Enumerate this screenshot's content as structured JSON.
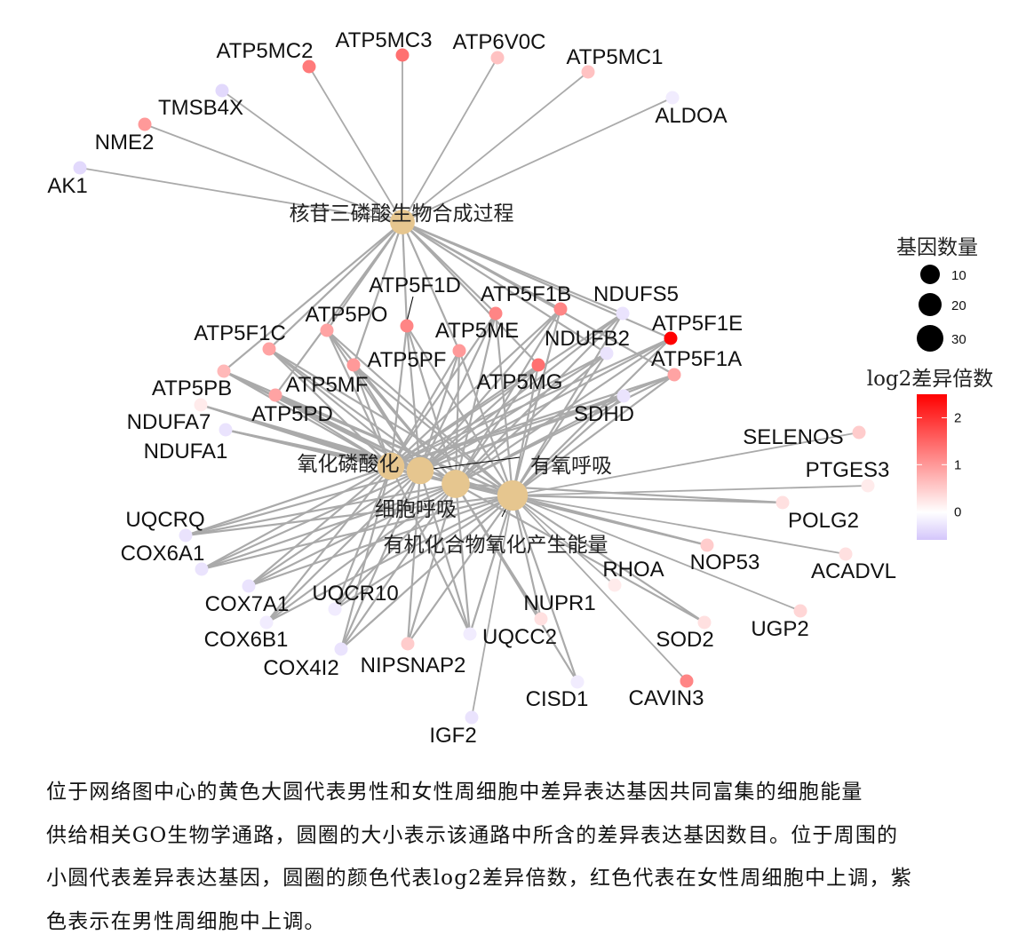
{
  "hubs": [
    {
      "name": "核苷三磷酸生物合成过程",
      "gene_count": 22
    },
    {
      "name": "氧化磷酸化",
      "gene_count": 27
    },
    {
      "name": "有氧呼吸",
      "gene_count": 27
    },
    {
      "name": "细胞呼吸",
      "gene_count": 29
    },
    {
      "name": "有机化合物氧化产生能量",
      "gene_count": 34
    }
  ],
  "genes": [
    {
      "name": "ATP5MC2",
      "log2fc": 1.3,
      "terms": [
        0
      ]
    },
    {
      "name": "ATP5MC3",
      "log2fc": 1.4,
      "terms": [
        0
      ]
    },
    {
      "name": "ATP6V0C",
      "log2fc": 0.6,
      "terms": [
        0
      ]
    },
    {
      "name": "ATP5MC1",
      "log2fc": 0.6,
      "terms": [
        0
      ]
    },
    {
      "name": "ALDOA",
      "log2fc": -0.2,
      "terms": [
        0
      ]
    },
    {
      "name": "TMSB4X",
      "log2fc": -0.4,
      "terms": [
        0
      ]
    },
    {
      "name": "NME2",
      "log2fc": 1.0,
      "terms": [
        0
      ]
    },
    {
      "name": "AK1",
      "log2fc": -0.4,
      "terms": [
        0
      ]
    },
    {
      "name": "ATP5F1D",
      "log2fc": 1.2,
      "terms": [
        0,
        1,
        2,
        3,
        4
      ]
    },
    {
      "name": "ATP5F1B",
      "log2fc": 1.2,
      "terms": [
        0,
        1,
        2,
        3,
        4
      ]
    },
    {
      "name": "NDUFS5",
      "log2fc": -0.3,
      "terms": [
        0,
        1,
        2,
        3,
        4
      ]
    },
    {
      "name": "ATP5PO",
      "log2fc": 0.9,
      "terms": [
        0,
        1,
        2,
        3,
        4
      ]
    },
    {
      "name": "ATP5F1C",
      "log2fc": 0.9,
      "terms": [
        0,
        1,
        2,
        3,
        4
      ]
    },
    {
      "name": "ATP5ME",
      "log2fc": 1.2,
      "terms": [
        0,
        1,
        2,
        3,
        4
      ]
    },
    {
      "name": "NDUFB2",
      "log2fc": -0.3,
      "terms": [
        0,
        1,
        2,
        3,
        4
      ]
    },
    {
      "name": "ATP5F1E",
      "log2fc": 2.5,
      "terms": [
        0,
        1,
        2,
        3,
        4
      ]
    },
    {
      "name": "ATP5F1A",
      "log2fc": 0.9,
      "terms": [
        0,
        1,
        2,
        3,
        4
      ]
    },
    {
      "name": "ATP5PF",
      "log2fc": 1.0,
      "terms": [
        0,
        1,
        2,
        3,
        4
      ]
    },
    {
      "name": "ATP5MF",
      "log2fc": 1.0,
      "terms": [
        0,
        1,
        2,
        3,
        4
      ]
    },
    {
      "name": "ATP5MG",
      "log2fc": 1.4,
      "terms": [
        0,
        1,
        2,
        3,
        4
      ]
    },
    {
      "name": "ATP5PB",
      "log2fc": 0.7,
      "terms": [
        0,
        1,
        2,
        3,
        4
      ]
    },
    {
      "name": "ATP5PD",
      "log2fc": 0.9,
      "terms": [
        0,
        1,
        2,
        3,
        4
      ]
    },
    {
      "name": "NDUFA7",
      "log2fc": 0.2,
      "terms": [
        1,
        2,
        3,
        4
      ]
    },
    {
      "name": "SDHD",
      "log2fc": -0.3,
      "terms": [
        1,
        2,
        3,
        4
      ]
    },
    {
      "name": "NDUFA1",
      "log2fc": -0.3,
      "terms": [
        1,
        2,
        3,
        4
      ]
    },
    {
      "name": "UQCRQ",
      "log2fc": -0.3,
      "terms": [
        1,
        2,
        3,
        4
      ]
    },
    {
      "name": "COX6A1",
      "log2fc": -0.3,
      "terms": [
        1,
        2,
        3,
        4
      ]
    },
    {
      "name": "COX7A1",
      "log2fc": -0.3,
      "terms": [
        1,
        2,
        3,
        4
      ]
    },
    {
      "name": "UQCR10",
      "log2fc": -0.2,
      "terms": [
        1,
        2,
        3,
        4
      ]
    },
    {
      "name": "COX6B1",
      "log2fc": -0.2,
      "terms": [
        1,
        2,
        3,
        4
      ]
    },
    {
      "name": "COX4I2",
      "log2fc": -0.3,
      "terms": [
        1,
        2,
        3,
        4
      ]
    },
    {
      "name": "NIPSNAP2",
      "log2fc": 0.5,
      "terms": [
        2,
        3,
        4
      ]
    },
    {
      "name": "UQCC2",
      "log2fc": -0.2,
      "terms": [
        1,
        2,
        3,
        4
      ]
    },
    {
      "name": "NUPR1",
      "log2fc": 0.3,
      "terms": [
        3,
        4
      ]
    },
    {
      "name": "CISD1",
      "log2fc": -0.2,
      "terms": [
        3,
        4
      ]
    },
    {
      "name": "IGF2",
      "log2fc": -0.3,
      "terms": [
        4
      ]
    },
    {
      "name": "SELENOS",
      "log2fc": 0.5,
      "terms": [
        4
      ]
    },
    {
      "name": "PTGES3",
      "log2fc": 0.2,
      "terms": [
        4
      ]
    },
    {
      "name": "POLG2",
      "log2fc": 0.3,
      "terms": [
        3,
        4
      ]
    },
    {
      "name": "ACADVL",
      "log2fc": 0.3,
      "terms": [
        4
      ]
    },
    {
      "name": "NOP53",
      "log2fc": 0.5,
      "terms": [
        3,
        4
      ]
    },
    {
      "name": "RHOA",
      "log2fc": 0.2,
      "terms": [
        4
      ]
    },
    {
      "name": "SOD2",
      "log2fc": 0.3,
      "terms": [
        3,
        4
      ]
    },
    {
      "name": "UGP2",
      "log2fc": 0.4,
      "terms": [
        4
      ]
    },
    {
      "name": "CAVIN3",
      "log2fc": 1.2,
      "terms": [
        4
      ]
    }
  ],
  "legend": {
    "size_title": "基因数量",
    "size_values": [
      10,
      20,
      30
    ],
    "color_title": "log2差异倍数",
    "color_ticks": [
      0,
      1,
      2
    ],
    "color_range": [
      -0.6,
      2.5
    ],
    "color_low": "#d4c6fb",
    "color_mid": "#ffffff",
    "color_high": "#ff0000"
  },
  "colors": {
    "hub": "#e6c68f",
    "edge": "#aaaaaa"
  },
  "caption": {
    "lines": [
      "位于网络图中心的黄色大圆代表男性和女性周细胞中差异表达基因共同富集的细胞能量",
      "供给相关GO生物学通路，圆圈的大小表示该通路中所含的差异表达基因数目。位于周围的",
      "小圆代表差异表达基因，圆圈的颜色代表log2差异倍数，红色代表在女性周细胞中上调，紫",
      "色表示在男性周细胞中上调。"
    ]
  }
}
